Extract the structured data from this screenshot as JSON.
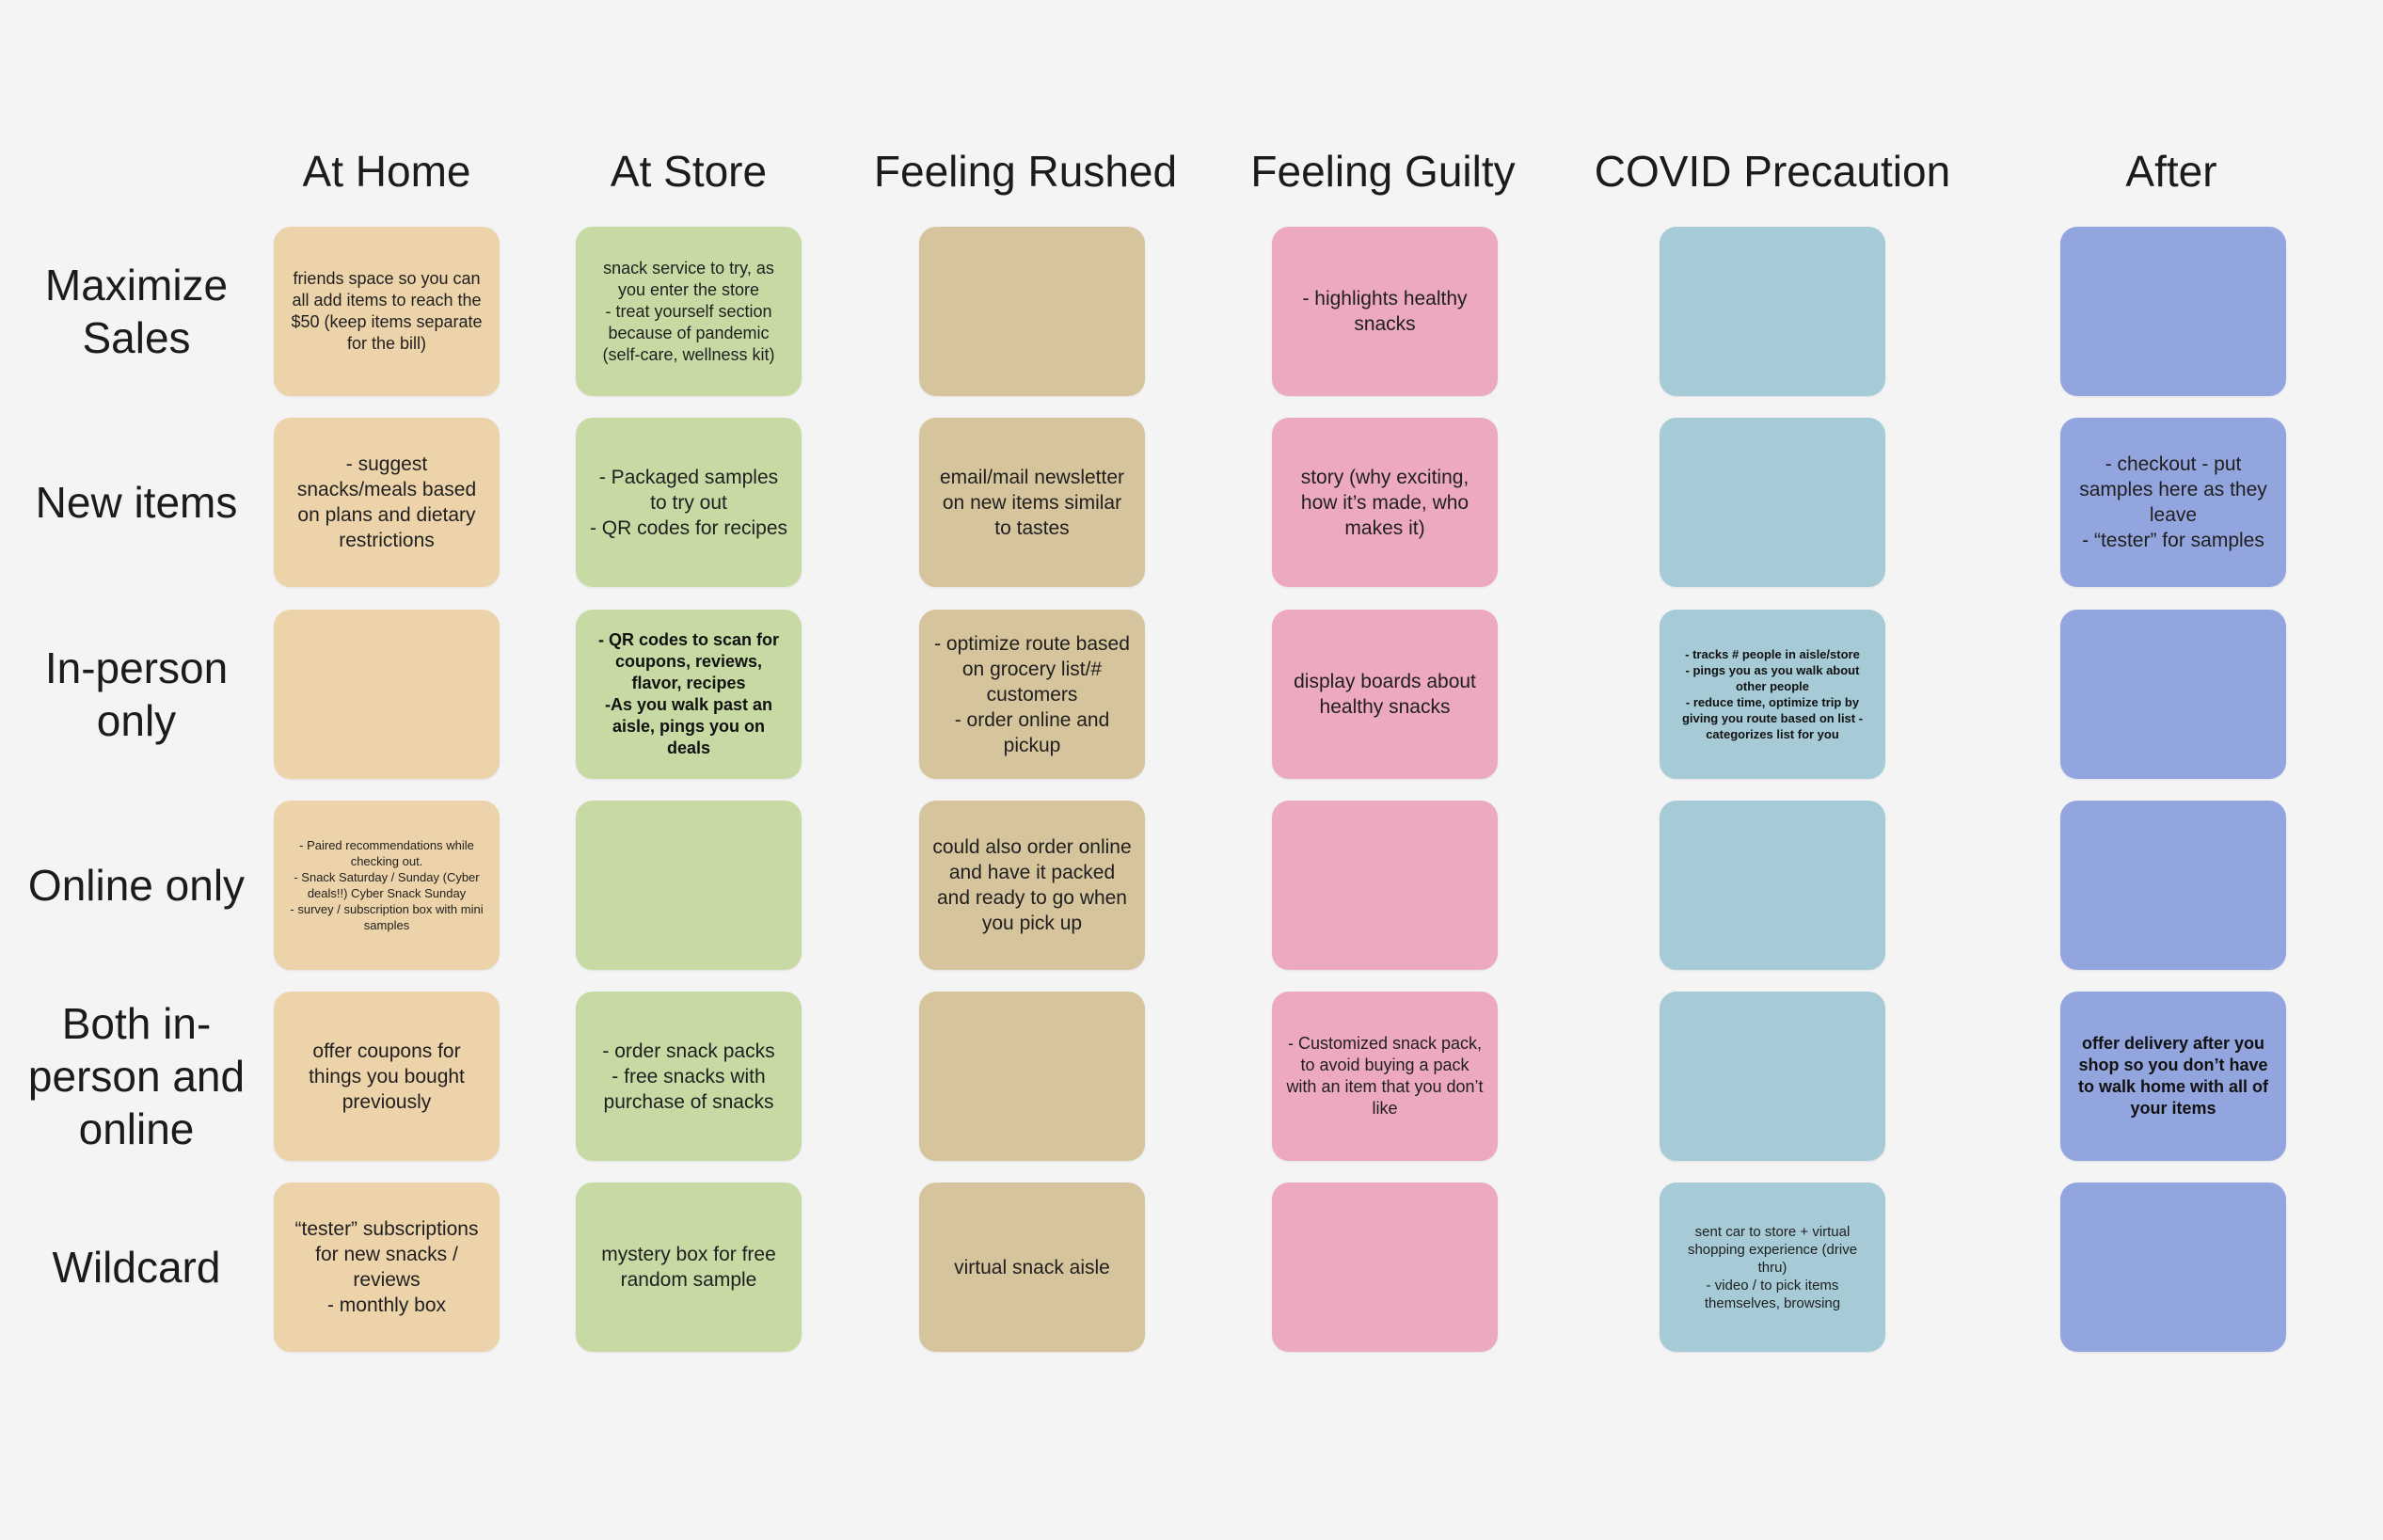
{
  "columns": [
    {
      "label": "At Home",
      "color": "#EDD3A9"
    },
    {
      "label": "At Store",
      "color": "#C7DAA4"
    },
    {
      "label": "Feeling Rushed",
      "color": "#D5C49C"
    },
    {
      "label": "Feeling Guilty",
      "color": "#EDA9BE"
    },
    {
      "label": "COVID Precaution",
      "color": "#A6CBD6"
    },
    {
      "label": "After",
      "color": "#92A5DE"
    }
  ],
  "rows": [
    {
      "label": "Maximize Sales"
    },
    {
      "label": "New items"
    },
    {
      "label": "In-person only"
    },
    {
      "label": "Online only"
    },
    {
      "label": "Both in-person and online"
    },
    {
      "label": "Wildcard"
    }
  ],
  "background_color": "#F5F4F5",
  "cells": [
    [
      {
        "text": "friends space so you can all add items to reach the $50 (keep items separate for the bill)"
      },
      {
        "text": "snack service to try, as you enter the store\n- treat yourself section because of pandemic (self-care, wellness kit)"
      },
      {
        "text": ""
      },
      {
        "text": "- highlights healthy snacks"
      },
      {
        "text": ""
      },
      {
        "text": ""
      }
    ],
    [
      {
        "text": "- suggest snacks/meals based on plans and dietary restrictions"
      },
      {
        "text": "- Packaged samples to try out\n- QR codes for recipes"
      },
      {
        "text": "email/mail newsletter on new items similar to tastes"
      },
      {
        "text": "story (why exciting, how it’s made, who makes it)"
      },
      {
        "text": ""
      },
      {
        "text": "- checkout - put samples here as they leave\n- “tester” for samples"
      }
    ],
    [
      {
        "text": ""
      },
      {
        "text": "- QR codes to scan for coupons, reviews, flavor, recipes\n-As you walk past an aisle, pings you on deals"
      },
      {
        "text": "- optimize route based on grocery list/# customers\n- order online and pickup"
      },
      {
        "text": "display boards about healthy snacks"
      },
      {
        "text": "- tracks # people in aisle/store\n- pings you as you walk about other people\n- reduce time, optimize trip by giving you route based on list - categorizes list for you"
      },
      {
        "text": ""
      }
    ],
    [
      {
        "text": "- Paired recommendations while checking out.\n- Snack Saturday / Sunday (Cyber deals!!) Cyber Snack Sunday\n- survey / subscription box with mini samples"
      },
      {
        "text": ""
      },
      {
        "text": "could also order online and have it packed and ready to go when you pick up"
      },
      {
        "text": ""
      },
      {
        "text": ""
      },
      {
        "text": ""
      }
    ],
    [
      {
        "text": "offer coupons for things you bought previously"
      },
      {
        "text": "- order snack packs\n- free snacks with purchase of snacks"
      },
      {
        "text": ""
      },
      {
        "text": "- Customized snack pack, to avoid buying a pack with an item that you don’t like"
      },
      {
        "text": ""
      },
      {
        "text": "offer delivery after you shop so you don’t have to walk home with all of your items"
      }
    ],
    [
      {
        "text": "“tester” subscriptions for new snacks / reviews\n- monthly box"
      },
      {
        "text": "mystery box for free random sample"
      },
      {
        "text": "virtual snack aisle"
      },
      {
        "text": ""
      },
      {
        "text": "sent car to store + virtual shopping experience (drive thru)\n- video / to pick items themselves, browsing"
      },
      {
        "text": ""
      }
    ]
  ]
}
